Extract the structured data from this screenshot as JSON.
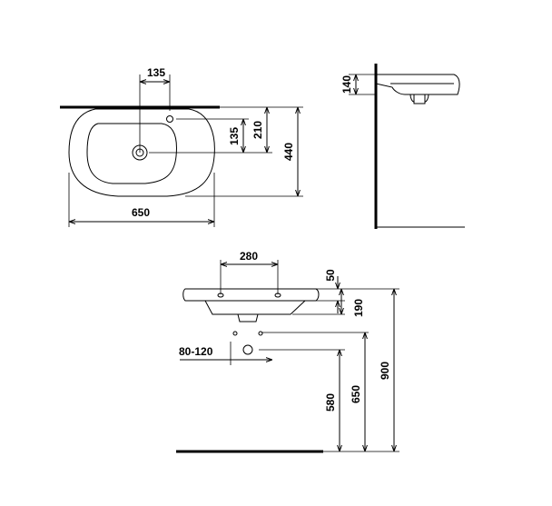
{
  "top_view": {
    "dim_tap_spacing": "135",
    "dim_width": "650",
    "dim_drain_offset": "135",
    "dim_tap_offset": "210",
    "dim_depth": "440"
  },
  "side_view": {
    "dim_rim_height": "140"
  },
  "front_view": {
    "dim_tap_spacing": "280",
    "dim_rim": "50",
    "dim_basin_height": "190",
    "dim_trap_range": "80-120",
    "dim_trap_height": "580",
    "dim_drain_height": "650",
    "dim_install_height": "900"
  }
}
